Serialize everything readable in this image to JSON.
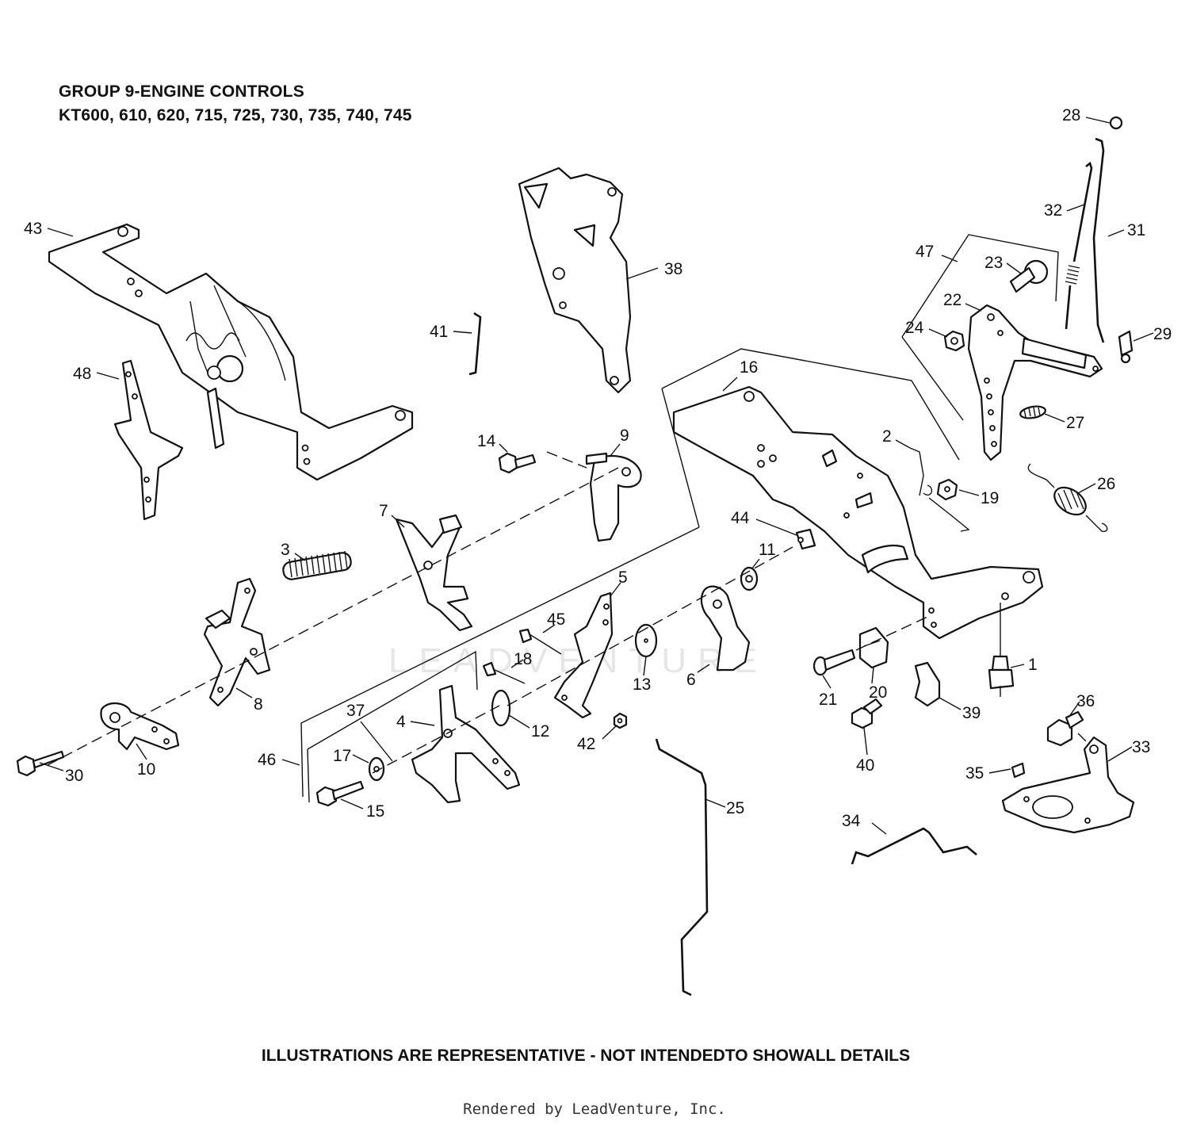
{
  "header": {
    "title_line1": "GROUP 9-ENGINE CONTROLS",
    "title_line2": "KT600, 610, 620, 715, 725, 730, 735, 740, 745"
  },
  "callouts": [
    "1",
    "2",
    "3",
    "4",
    "5",
    "6",
    "7",
    "8",
    "9",
    "10",
    "11",
    "12",
    "13",
    "14",
    "15",
    "16",
    "17",
    "18",
    "19",
    "20",
    "21",
    "22",
    "23",
    "24",
    "25",
    "26",
    "27",
    "28",
    "29",
    "30",
    "31",
    "32",
    "33",
    "34",
    "35",
    "36",
    "37",
    "38",
    "39",
    "40",
    "41",
    "42",
    "43",
    "44",
    "45",
    "46",
    "47",
    "48"
  ],
  "watermark": "LEADVENTURE",
  "footer": {
    "note": "ILLUSTRATIONS ARE REPRESENTATIVE - NOT INTENDEDTO SHOWALL DETAILS",
    "credit": "Rendered by LeadVenture, Inc."
  }
}
